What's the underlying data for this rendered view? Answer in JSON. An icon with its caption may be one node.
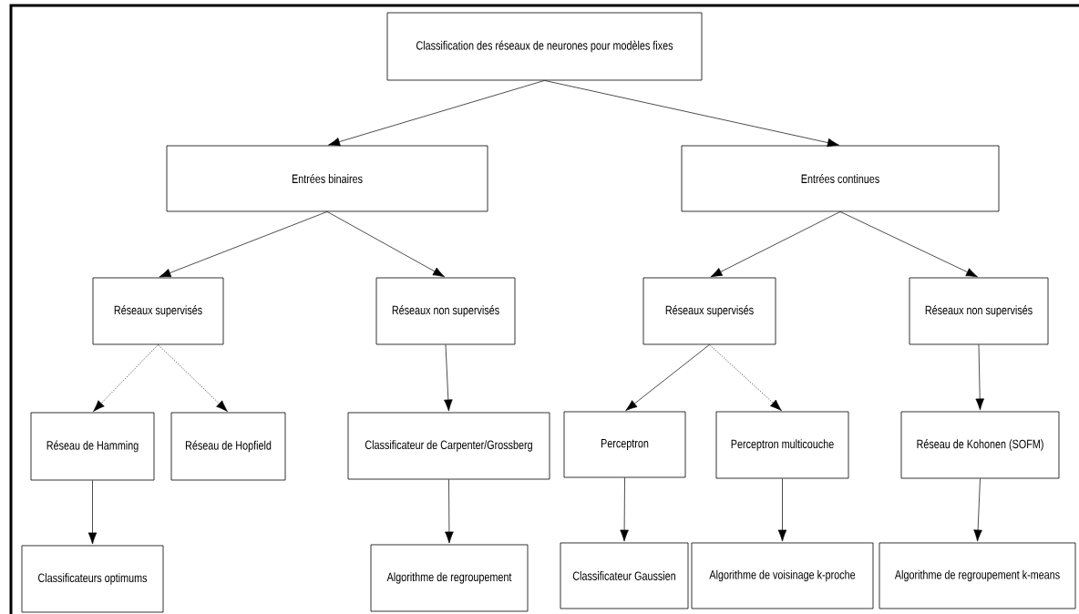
{
  "diagram": {
    "nodes": [
      {
        "text": [
          "Classification des réseaux de neurones pour modèles fixes"
        ]
      },
      {
        "text": [
          "Entrées binaires"
        ]
      },
      {
        "text": [
          "Entrées continues"
        ]
      },
      {
        "text": [
          "Réseaux supervisés"
        ]
      },
      {
        "text": [
          "Réseaux non supervisés"
        ]
      },
      {
        "text": [
          "Réseaux supervisés"
        ]
      },
      {
        "text": [
          "Réseaux non supervisés"
        ]
      },
      {
        "text": [
          "Réseau de Hamming"
        ]
      },
      {
        "text": [
          "Réseau de Hopfield"
        ]
      },
      {
        "text": [
          "Classificateur de Carpenter/Grossberg"
        ]
      },
      {
        "text": [
          "Perceptron"
        ]
      },
      {
        "text": [
          "Perceptron multicouche"
        ]
      },
      {
        "text": [
          "Réseau de Kohonen (SOFM)"
        ]
      },
      {
        "text": [
          "Classificateurs optimums"
        ]
      },
      {
        "text": [
          "Algorithme de regroupement"
        ]
      },
      {
        "text": [
          "Classificateur Gaussien"
        ]
      },
      {
        "text": [
          "Algorithme de voisinage k-proche"
        ]
      },
      {
        "text": [
          "Algorithme de regroupement k-means"
        ]
      }
    ],
    "edges": [
      {
        "from": 0,
        "to": 1,
        "arrow": "to"
      },
      {
        "from": 0,
        "to": 2,
        "arrow": "to"
      },
      {
        "from": 1,
        "to": 3,
        "arrow": "to"
      },
      {
        "from": 1,
        "to": 4,
        "arrow": "to"
      },
      {
        "from": 2,
        "to": 5,
        "arrow": "to"
      },
      {
        "from": 2,
        "to": 6,
        "arrow": "to"
      },
      {
        "from": 3,
        "to": 7,
        "arrow": "to",
        "style": "dashed"
      },
      {
        "from": 3,
        "to": 8,
        "arrow": "to",
        "style": "dashed"
      },
      {
        "from": 4,
        "to": 9,
        "arrow": "to"
      },
      {
        "from": 5,
        "to": 10,
        "arrow": "to"
      },
      {
        "from": 5,
        "to": 11,
        "arrow": "to",
        "style": "dashed"
      },
      {
        "from": 6,
        "to": 12,
        "arrow": "to"
      },
      {
        "from": 7,
        "to": 13,
        "arrow": "to"
      },
      {
        "from": 9,
        "to": 14,
        "arrow": "to"
      },
      {
        "from": 10,
        "to": 15,
        "arrow": "to"
      },
      {
        "from": 11,
        "to": 16,
        "arrow": "to"
      },
      {
        "from": 12,
        "to": 17,
        "arrow": "to"
      }
    ]
  }
}
